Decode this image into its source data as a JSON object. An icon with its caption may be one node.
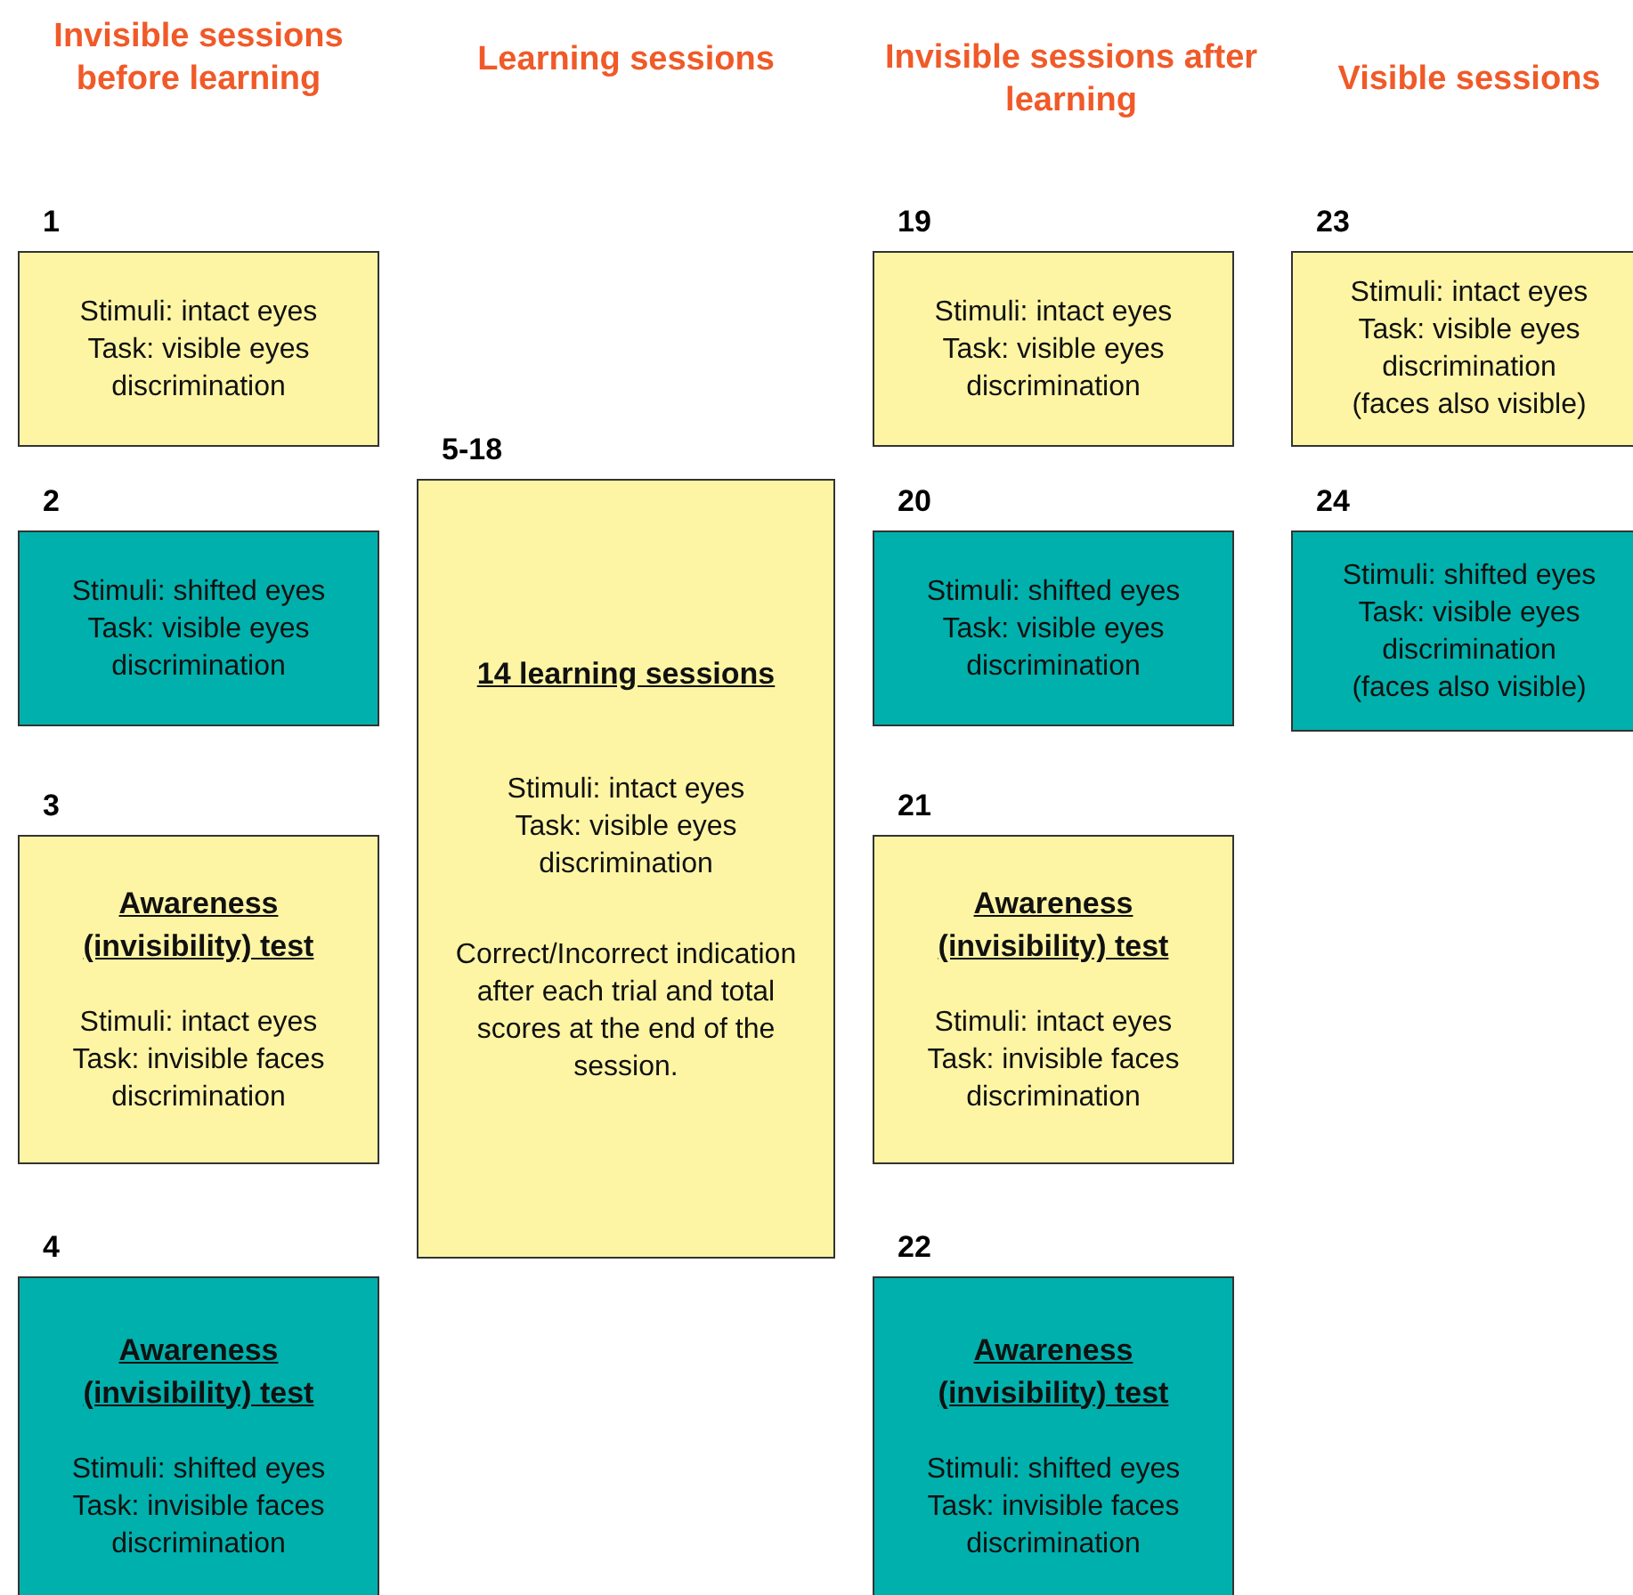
{
  "diagram": {
    "nodes": [
      {
        "text": [
          "Stimuli: intact eyes",
          "Task: visible eyes discrimination"
        ],
        "beside": [
          "1"
        ]
      },
      {
        "text": [
          "Stimuli: shifted eyes",
          "Task: visible eyes discrimination"
        ],
        "beside": [
          "2"
        ]
      },
      {
        "text": [
          "Awareness (invisibility) test",
          "Stimuli: intact eyes",
          "Task: invisible faces discrimination"
        ],
        "beside": [
          "3"
        ]
      },
      {
        "text": [
          "Awareness (invisibility) test",
          "Stimuli: shifted eyes",
          "Task: invisible faces discrimination"
        ],
        "beside": [
          "4"
        ]
      },
      {
        "text": [
          "14 learning sessions",
          "Stimuli: intact eyes",
          "Task: visible eyes discrimination",
          "Correct/Incorrect indication after each trial and total scores at the end of the session."
        ],
        "beside": [
          "5-18"
        ]
      },
      {
        "text": [
          "Stimuli: intact eyes",
          "Task: visible eyes discrimination"
        ],
        "beside": [
          "19"
        ]
      },
      {
        "text": [
          "Stimuli: shifted eyes",
          "Task: visible eyes discrimination"
        ],
        "beside": [
          "20"
        ]
      },
      {
        "text": [
          "Awareness (invisibility) test",
          "Stimuli: intact eyes",
          "Task: invisible faces discrimination"
        ],
        "beside": [
          "21"
        ]
      },
      {
        "text": [
          "Awareness (invisibility) test",
          "Stimuli: shifted eyes",
          "Task: invisible faces discrimination"
        ],
        "beside": [
          "22"
        ]
      },
      {
        "text": [
          "Stimuli: intact eyes",
          "Task: visible eyes discrimination",
          "(faces also visible)"
        ],
        "beside": [
          "23"
        ]
      },
      {
        "text": [
          "Stimuli: shifted eyes",
          "Task: visible eyes discrimination",
          "(faces also visible)"
        ],
        "beside": [
          "24"
        ]
      }
    ],
    "labels": [
      "Invisible sessions before learning",
      "Learning sessions",
      "Invisible sessions after learning",
      "Visible sessions"
    ]
  }
}
